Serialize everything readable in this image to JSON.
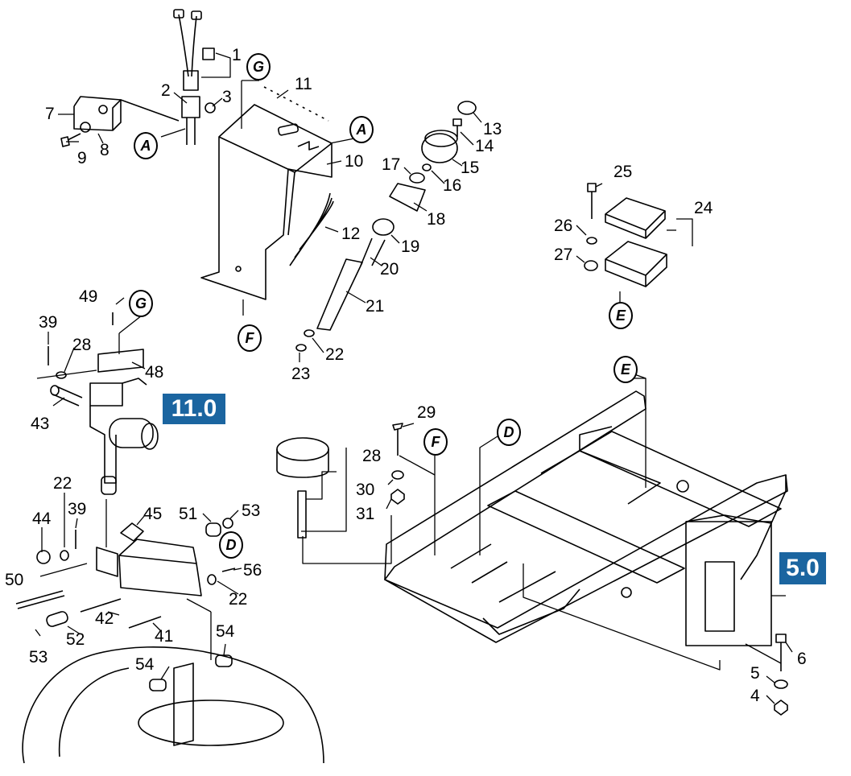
{
  "colors": {
    "badge": "#1b65a0",
    "ink": "#000000"
  },
  "badges": {
    "b11": "11.0",
    "b5": "5.0"
  },
  "refs": {
    "A": "A",
    "D": "D",
    "E": "E",
    "F": "F",
    "G": "G"
  },
  "parts": {
    "p1": "1",
    "p2": "2",
    "p3": "3",
    "p4": "4",
    "p5": "5",
    "p6": "6",
    "p7": "7",
    "p8": "8",
    "p9": "9",
    "p10": "10",
    "p11": "11",
    "p12": "12",
    "p13": "13",
    "p14": "14",
    "p15": "15",
    "p16": "16",
    "p17": "17",
    "p18": "18",
    "p19": "19",
    "p20": "20",
    "p21": "21",
    "p22": "22",
    "p23": "23",
    "p24": "24",
    "p25": "25",
    "p26": "26",
    "p27": "27",
    "p28": "28",
    "p29": "29",
    "p30": "30",
    "p31": "31",
    "p39": "39",
    "p41": "41",
    "p42": "42",
    "p43": "43",
    "p44": "44",
    "p45": "45",
    "p48": "48",
    "p49": "49",
    "p50": "50",
    "p51": "51",
    "p52": "52",
    "p53": "53",
    "p54": "54",
    "p56": "56"
  }
}
